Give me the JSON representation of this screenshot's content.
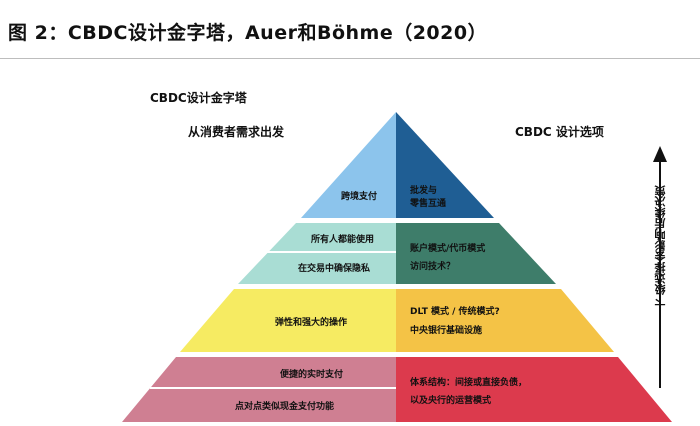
{
  "figure_title": "图 2：CBDC设计金字塔，Auer和Böhme（2020）",
  "diagram_title": "CBDC设计金字塔",
  "left_heading": "从消费者需求出发",
  "right_heading": "CBDC 设计选项",
  "side_arrow_label": "下级选择会影响后续决策",
  "colors": {
    "tier1_left": "#8cc4ec",
    "tier1_right": "#1f5e94",
    "tier2_left": "#a9ddd4",
    "tier2_right": "#3e7d6a",
    "tier3_left": "#f6eb62",
    "tier3_right": "#f4c346",
    "tier4_left": "#cf7f92",
    "tier4_right": "#dc3a4d"
  },
  "tiers": [
    {
      "left_lines": [
        "跨境支付"
      ],
      "right_lines": [
        "批发与",
        "零售互通"
      ]
    },
    {
      "left_lines": [
        "所有人都能使用",
        "在交易中确保隐私"
      ],
      "right_lines": [
        "账户模式/代币模式",
        "访问技术？"
      ]
    },
    {
      "left_lines": [
        "弹性和强大的操作"
      ],
      "right_lines": [
        "DLT 模式 / 传统模式?",
        "中央银行基础设施"
      ]
    },
    {
      "left_lines": [
        "便捷的实时支付",
        "点对点类似现金支付功能"
      ],
      "right_lines": [
        "体系结构：间接或直接负债，",
        "以及央行的运营模式"
      ]
    }
  ]
}
